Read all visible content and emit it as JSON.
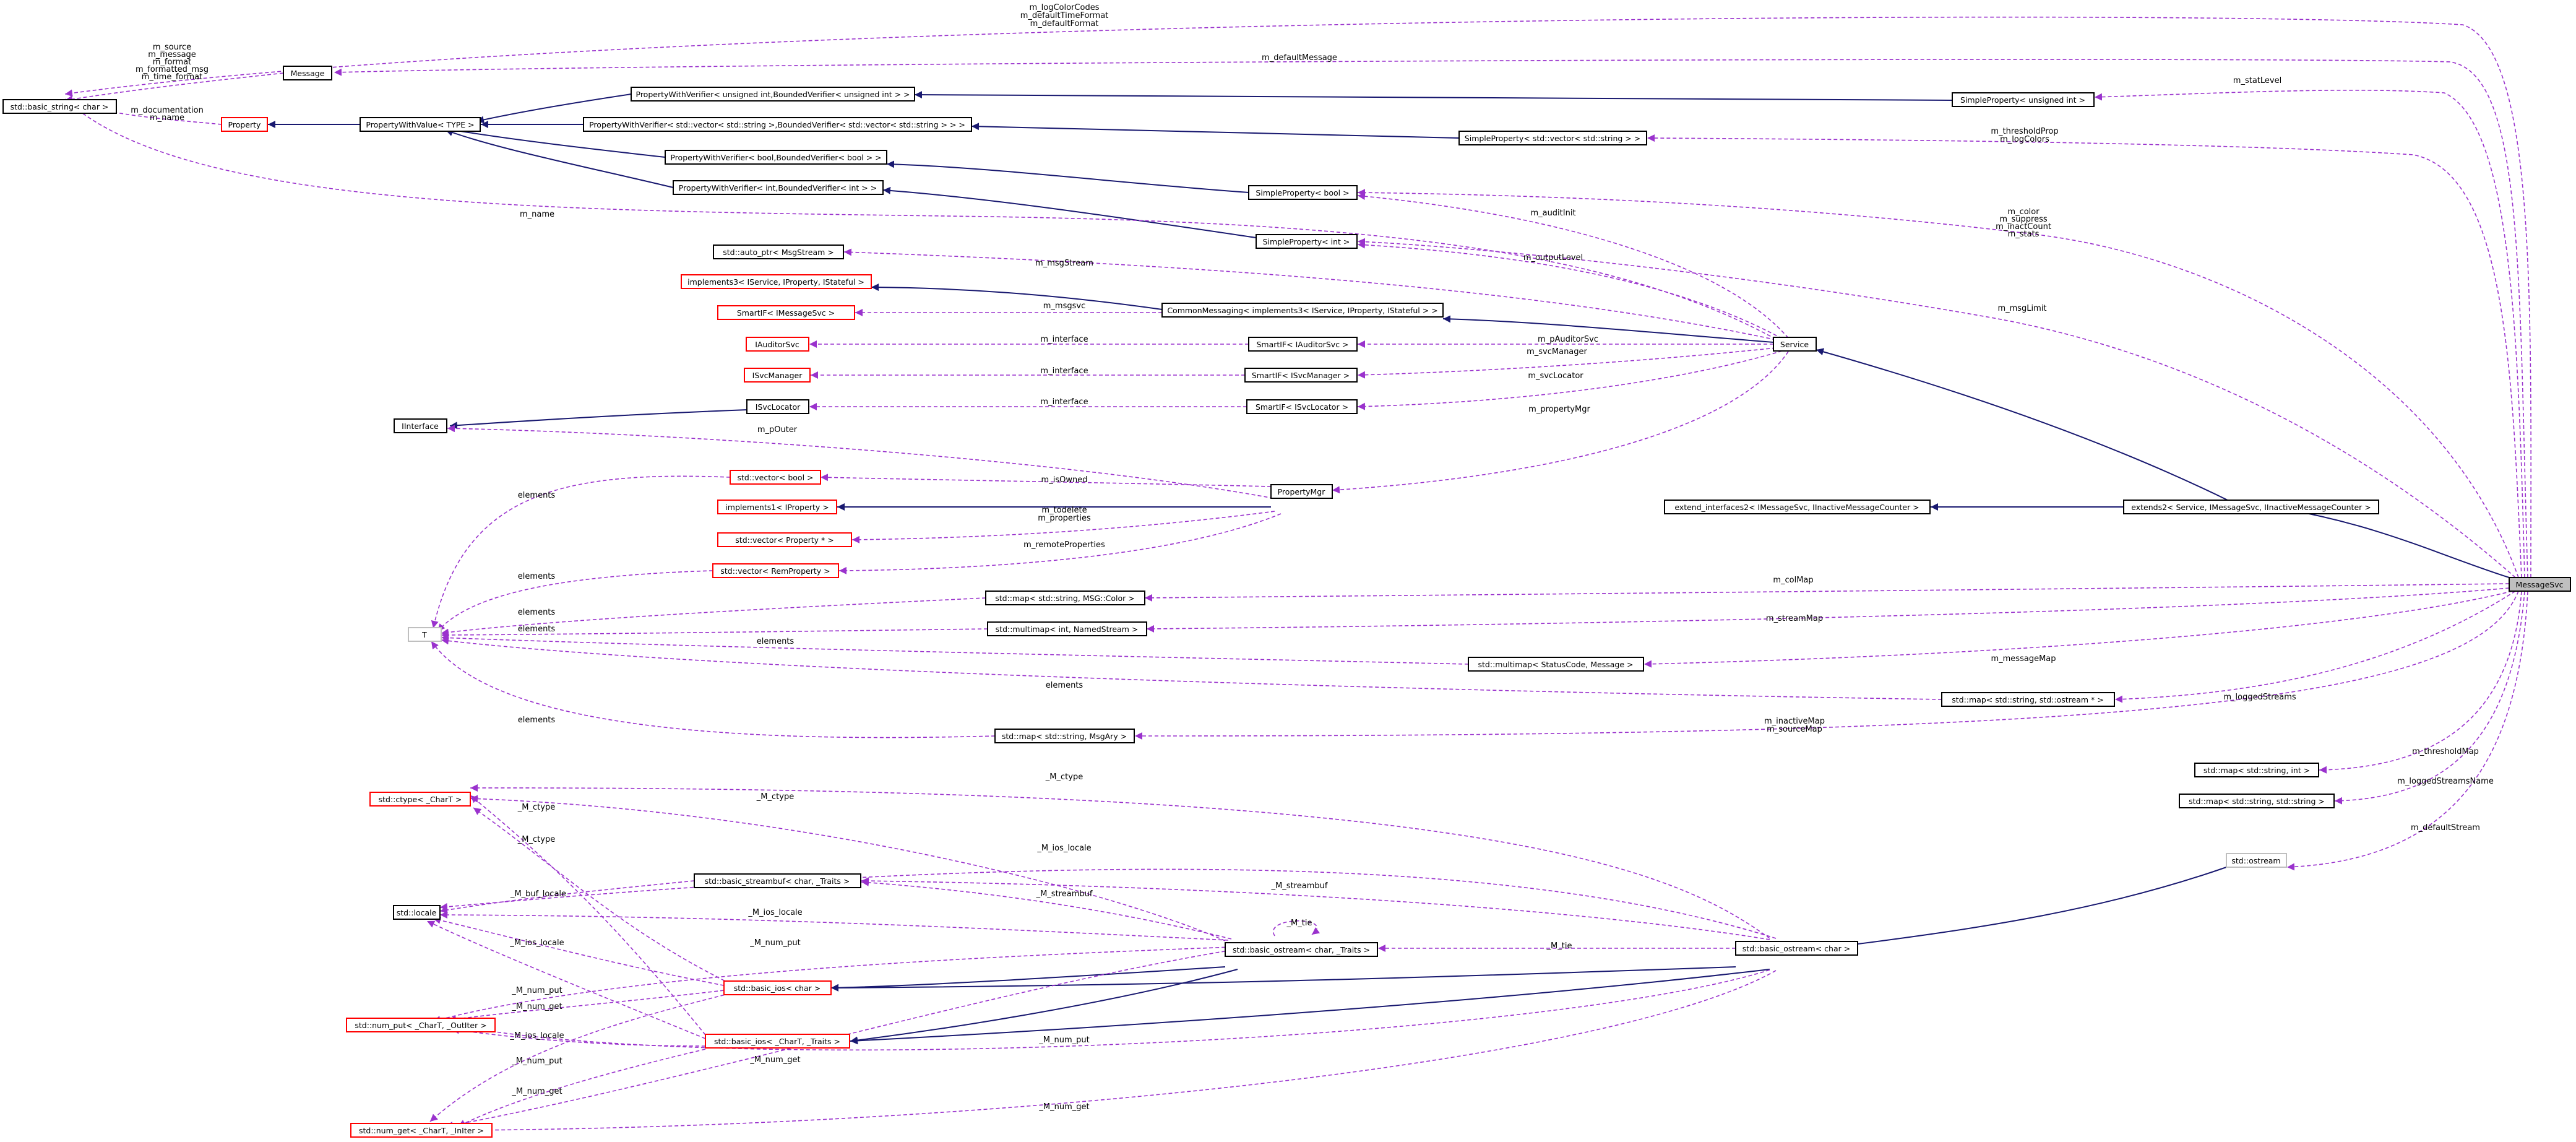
{
  "diagram": {
    "nodes": {
      "msgsvc": "MessageSvc",
      "basic_string": "std::basic_string< char >",
      "message": "Message",
      "property": "Property",
      "pwv_type": "PropertyWithValue< TYPE >",
      "pwver_uint": "PropertyWithVerifier< unsigned int,BoundedVerifier< unsigned int > >",
      "pwver_vec": "PropertyWithVerifier< std::vector< std::string >,BoundedVerifier< std::vector< std::string > > >",
      "pwver_bool": "PropertyWithVerifier< bool,BoundedVerifier< bool > >",
      "pwver_int": "PropertyWithVerifier< int,BoundedVerifier< int > >",
      "sp_uint": "SimpleProperty< unsigned int >",
      "sp_vec": "SimpleProperty< std::vector< std::string > >",
      "sp_bool": "SimpleProperty< bool >",
      "sp_int": "SimpleProperty< int >",
      "auto_ptr": "std::auto_ptr< MsgStream >",
      "impl3": "implements3< IService, IProperty, IStateful >",
      "smartif_msgsvc": "SmartIF< IMessageSvc >",
      "iauditorsvc": "IAuditorSvc",
      "isvcmanager": "ISvcManager",
      "isvclocator": "ISvcLocator",
      "interface": "IInterface",
      "common_msg": "CommonMessaging< implements3< IService, IProperty, IStateful > >",
      "smartif_aud": "SmartIF< IAuditorSvc >",
      "smartif_mgr": "SmartIF< ISvcManager >",
      "smartif_loc": "SmartIF< ISvcLocator >",
      "service": "Service",
      "vec_bool": "std::vector< bool >",
      "impl1": "implements1< IProperty >",
      "vec_propptr": "std::vector< Property * >",
      "vec_remprop": "std::vector< RemProperty >",
      "propertymgr": "PropertyMgr",
      "ext_ifaces2": "extend_interfaces2< IMessageSvc, IInactiveMessageCounter >",
      "extends2": "extends2< Service, IMessageSvc, IInactiveMessageCounter >",
      "T": "T",
      "map_color": "std::map< std::string, MSG::Color >",
      "multimap_named": "std::multimap< int, NamedStream >",
      "multimap_status": "std::multimap< StatusCode, Message >",
      "map_ostream": "std::map< std::string, std::ostream * >",
      "map_msgary": "std::map< std::string, MsgAry >",
      "map_int": "std::map< std::string, int >",
      "map_string": "std::map< std::string, std::string >",
      "ostream": "std::ostream",
      "ctype": "std::ctype< _CharT >",
      "locale": "std::locale",
      "streambuf": "std::basic_streambuf< char, _Traits >",
      "bostream_tpl": "std::basic_ostream< char, _Traits >",
      "bostream_char": "std::basic_ostream< char >",
      "basic_ios_char": "std::basic_ios< char >",
      "num_put": "std::num_put< _CharT, _OutIter >",
      "basic_ios_tpl": "std::basic_ios< _CharT, _Traits >",
      "num_get": "std::num_get< _CharT, _InIter >"
    },
    "edge_labels": {
      "logcolorcodes": [
        "m_logColorCodes",
        "m_defaultTimeFormat",
        "m_defaultFormat"
      ],
      "source": [
        "m_source",
        "m_message",
        "m_format",
        "m_formatted_msg",
        "m_time_format"
      ],
      "documentation": [
        "m_documentation",
        "m_name"
      ],
      "defaultmessage": [
        "m_defaultMessage"
      ],
      "statlevel": [
        "m_statLevel"
      ],
      "thresholdprop": [
        "m_thresholdProp",
        "m_logColors"
      ],
      "name": [
        "m_name"
      ],
      "color": [
        "m_color",
        "m_suppress",
        "m_inactCount",
        "m_stats"
      ],
      "auditinit": [
        "m_auditInit"
      ],
      "msgstream": [
        "m_msgStream"
      ],
      "outputlevel": [
        "m_outputLevel"
      ],
      "msglimit": [
        "m_msgLimit"
      ],
      "msgsvc": [
        "m_msgsvc"
      ],
      "interface1": [
        "m_interface"
      ],
      "interface2": [
        "m_interface"
      ],
      "interface3": [
        "m_interface"
      ],
      "pauditorsvc": [
        "m_pAuditorSvc"
      ],
      "svcmanager": [
        "m_svcManager"
      ],
      "svclocator": [
        "m_svcLocator"
      ],
      "propertymgr": [
        "m_propertyMgr"
      ],
      "pouter": [
        "m_pOuter"
      ],
      "isowned": [
        "m_isOwned"
      ],
      "todelete": [
        "m_todelete",
        "m_properties"
      ],
      "remoteprops": [
        "m_remoteProperties"
      ],
      "elements1": [
        "elements"
      ],
      "elements2": [
        "elements"
      ],
      "elements3": [
        "elements"
      ],
      "elements4": [
        "elements"
      ],
      "elements5": [
        "elements"
      ],
      "elements6": [
        "elements"
      ],
      "elements7": [
        "elements"
      ],
      "colmap": [
        "m_colMap"
      ],
      "streammap": [
        "m_streamMap"
      ],
      "messagemap": [
        "m_messageMap"
      ],
      "loggedstreams": [
        "m_loggedStreams"
      ],
      "inactivemap": [
        "m_inactiveMap",
        "m_sourceMap"
      ],
      "thresholdmap": [
        "m_thresholdMap"
      ],
      "loggedstreamsname": [
        "m_loggedStreamsName"
      ],
      "defaultstream": [
        "m_defaultStream"
      ],
      "mctype1": [
        "_M_ctype"
      ],
      "mctype2": [
        "_M_ctype"
      ],
      "mctype3": [
        "_M_ctype"
      ],
      "mctype4": [
        "_M_ctype"
      ],
      "mioslocale1": [
        "_M_ios_locale"
      ],
      "mioslocale2": [
        "_M_ios_locale"
      ],
      "mioslocale3": [
        "_M_ios_locale"
      ],
      "mioslocale4": [
        "_M_ios_locale"
      ],
      "mbuflocale": [
        "_M_buf_locale"
      ],
      "mstreambuf1": [
        "_M_streambuf"
      ],
      "mstreambuf2": [
        "_M_streambuf"
      ],
      "mtie1": [
        "_M_tie"
      ],
      "mtie2": [
        "_M_tie"
      ],
      "mnumput1": [
        "_M_num_put"
      ],
      "mnumput2": [
        "_M_num_put"
      ],
      "mnumput3": [
        "_M_num_put"
      ],
      "mnumput4": [
        "_M_num_put"
      ],
      "mnumget1": [
        "_M_num_get"
      ],
      "mnumget2": [
        "_M_num_get"
      ],
      "mnumget3": [
        "_M_num_get"
      ],
      "mnumget4": [
        "_M_num_get"
      ]
    }
  }
}
